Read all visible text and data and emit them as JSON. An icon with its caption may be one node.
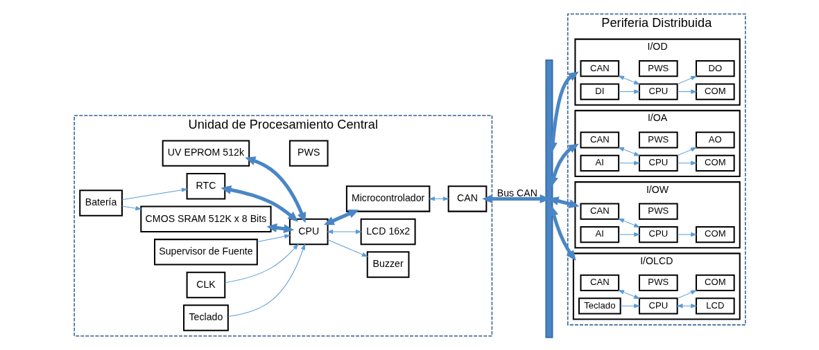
{
  "diagram": {
    "nodes": [
      {
        "text": [
          "Unidad de Procesamiento Central"
        ]
      },
      {
        "text": [
          "UV EPROM 512k"
        ],
        "in": 0
      },
      {
        "text": [
          "CMOS SRAM 512K x 8 Bits"
        ],
        "in": 0
      },
      {
        "text": [
          "Batería"
        ],
        "in": 0
      },
      {
        "text": [
          "RTC"
        ],
        "in": 0
      },
      {
        "text": [
          "Supervisor de Fuente"
        ],
        "in": 0
      },
      {
        "text": [
          "CLK"
        ],
        "in": 0
      },
      {
        "text": [
          "Teclado"
        ],
        "in": 0
      },
      {
        "text": [
          "CPU"
        ],
        "in": 0
      },
      {
        "text": [
          "PWS"
        ],
        "in": 0
      },
      {
        "text": [
          "Buzzer"
        ],
        "in": 0
      },
      {
        "text": [
          "LCD 16x2"
        ],
        "in": 0
      },
      {
        "text": [
          "Microcontrolador"
        ],
        "in": 0
      },
      {
        "text": [
          "CAN"
        ],
        "in": 0
      },
      {
        "text": [
          "Periferia Distribuida"
        ]
      },
      {
        "text": [],
        "shape": "bar"
      },
      {
        "text": [
          "I/OD"
        ],
        "in": 14
      },
      {
        "text": [
          "CAN"
        ],
        "in": 16
      },
      {
        "text": [
          "CPU"
        ],
        "in": 16
      },
      {
        "text": [
          "DI"
        ],
        "in": 16
      },
      {
        "text": [
          "COM"
        ],
        "in": 16
      },
      {
        "text": [
          "PWS"
        ],
        "in": 16
      },
      {
        "text": [
          "DO"
        ],
        "in": 16
      },
      {
        "text": [
          "I/OA"
        ],
        "in": 14
      },
      {
        "text": [
          "CAN"
        ],
        "in": 23
      },
      {
        "text": [
          "CPU"
        ],
        "in": 23
      },
      {
        "text": [
          "AI"
        ],
        "in": 23
      },
      {
        "text": [
          "COM"
        ],
        "in": 23
      },
      {
        "text": [
          "PWS"
        ],
        "in": 23
      },
      {
        "text": [
          "AO"
        ],
        "in": 23
      },
      {
        "text": [
          "I/OW"
        ],
        "in": 14
      },
      {
        "text": [
          "CAN"
        ],
        "in": 30
      },
      {
        "text": [
          "CPU"
        ],
        "in": 30
      },
      {
        "text": [
          "AI"
        ],
        "in": 30
      },
      {
        "text": [
          "COM"
        ],
        "in": 30
      },
      {
        "text": [
          "PWS"
        ],
        "in": 30
      },
      {
        "text": [
          "I/OLCD"
        ],
        "in": 14
      },
      {
        "text": [
          "CAN"
        ],
        "in": 36
      },
      {
        "text": [
          "CPU"
        ],
        "in": 36
      },
      {
        "text": [
          "LCD"
        ],
        "in": 36
      },
      {
        "text": [
          "COM"
        ],
        "in": 36
      },
      {
        "text": [
          "PWS"
        ],
        "in": 36
      },
      {
        "text": [
          "Teclado"
        ],
        "in": 36
      }
    ],
    "edges": [
      {
        "from": 1,
        "to": 8,
        "arrow": "both",
        "style": "thick"
      },
      {
        "from": 2,
        "to": 8,
        "arrow": "both",
        "style": "thick"
      },
      {
        "from": 3,
        "to": 2,
        "arrow": "to"
      },
      {
        "from": 3,
        "to": 4,
        "arrow": "to"
      },
      {
        "from": 4,
        "to": 8,
        "arrow": "both",
        "style": "thick"
      },
      {
        "from": 5,
        "to": 8,
        "arrow": "to"
      },
      {
        "from": 6,
        "to": 8,
        "arrow": "to"
      },
      {
        "from": 7,
        "to": 8,
        "arrow": "to"
      },
      {
        "from": 8,
        "to": 10,
        "arrow": "to"
      },
      {
        "from": 8,
        "to": 11,
        "arrow": "both"
      },
      {
        "from": 8,
        "to": 12,
        "arrow": "both",
        "style": "thick"
      },
      {
        "from": 12,
        "to": 13,
        "arrow": "both"
      },
      {
        "from": 13,
        "to": 15,
        "arrow": "both",
        "style": "thick",
        "label": "Bus CAN"
      },
      {
        "from": 15,
        "to": 16,
        "arrow": "both",
        "style": "thick"
      },
      {
        "from": 15,
        "to": 23,
        "arrow": "both",
        "style": "thick"
      },
      {
        "from": 15,
        "to": 30,
        "arrow": "both",
        "style": "thick"
      },
      {
        "from": 15,
        "to": 36,
        "arrow": "both",
        "style": "thick"
      },
      {
        "from": 17,
        "to": 18,
        "arrow": "both"
      },
      {
        "from": 19,
        "to": 18,
        "arrow": "to"
      },
      {
        "from": 18,
        "to": 20,
        "arrow": "to"
      },
      {
        "from": 18,
        "to": 22,
        "arrow": "to"
      },
      {
        "from": 24,
        "to": 25,
        "arrow": "both"
      },
      {
        "from": 26,
        "to": 25,
        "arrow": "to"
      },
      {
        "from": 25,
        "to": 27,
        "arrow": "to"
      },
      {
        "from": 25,
        "to": 29,
        "arrow": "to"
      },
      {
        "from": 31,
        "to": 32,
        "arrow": "both"
      },
      {
        "from": 33,
        "to": 32,
        "arrow": "to"
      },
      {
        "from": 32,
        "to": 34,
        "arrow": "to"
      },
      {
        "from": 37,
        "to": 38,
        "arrow": "both"
      },
      {
        "from": 38,
        "to": 39,
        "arrow": "both"
      },
      {
        "from": 42,
        "to": 38,
        "arrow": "to"
      },
      {
        "from": 38,
        "to": 40,
        "arrow": "to"
      }
    ]
  }
}
